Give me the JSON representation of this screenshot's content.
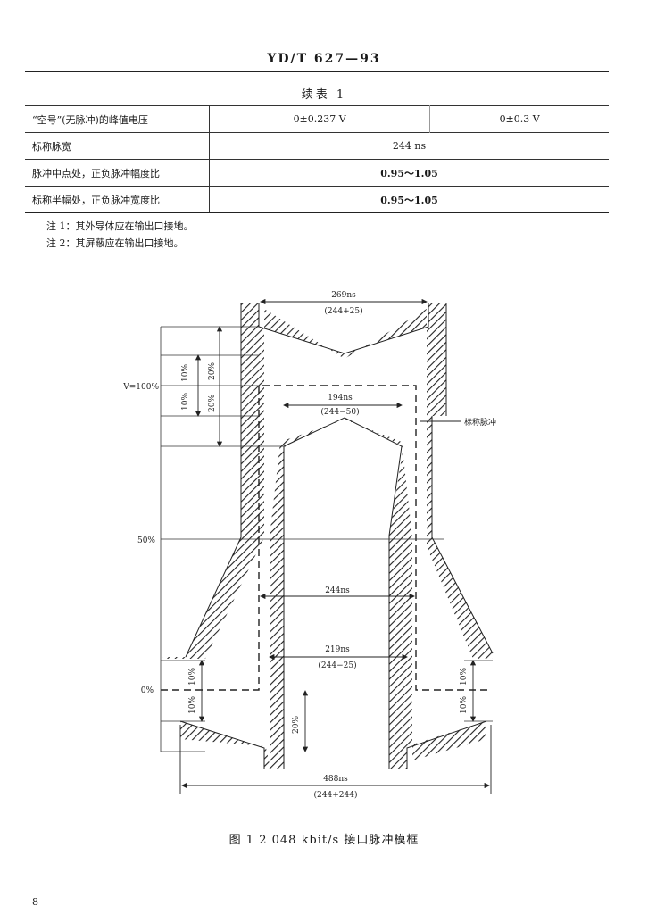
{
  "header": {
    "code": "YD/T  627—93"
  },
  "table_title": "续表 1",
  "table": {
    "rows": [
      {
        "label": "“空号”(无脉冲)的峰值电压",
        "col_a": "0±0.237 V",
        "col_b": "0±0.3 V"
      },
      {
        "label": "标称脉宽",
        "value": "244 ns"
      },
      {
        "label": "脉冲中点处，正负脉冲幅度比",
        "value": "0.95～1.05"
      },
      {
        "label": "标称半幅处，正负脉冲宽度比",
        "value": "0.95～1.05"
      }
    ]
  },
  "notes": [
    "注 1：其外导体应在输出口接地。",
    "注 2：其屏蔽应在输出口接地。"
  ],
  "diagram": {
    "labels": {
      "top_width": "269ns",
      "top_width_expr": "(244+25)",
      "inner_width": "194ns",
      "inner_width_expr": "(244−50)",
      "mid_width": "244ns",
      "low_width": "219ns",
      "low_width_expr": "(244−25)",
      "bottom_width": "488ns",
      "bottom_width_expr": "(244+244)",
      "nominal_pulse": "标称脉冲",
      "v100": "V=100%",
      "v50": "50%",
      "v0": "0%",
      "pct_10": "10%",
      "pct_20": "20%"
    }
  },
  "caption": "图 1   2 048 kbit/s 接口脉冲模框",
  "page_number": "8"
}
